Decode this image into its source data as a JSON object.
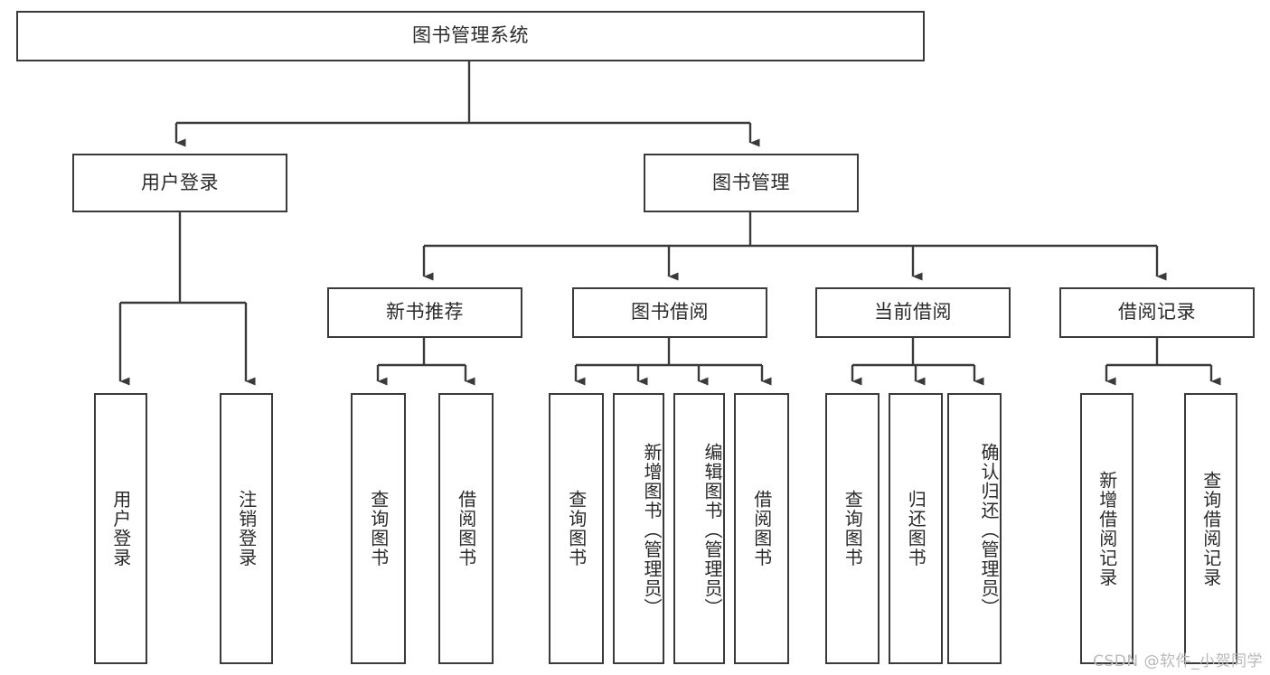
{
  "diagram": {
    "title": "图书管理系统",
    "type": "tree-hierarchy-chart",
    "root": {
      "label": "图书管理系统"
    },
    "level2": [
      {
        "id": "user-login",
        "label": "用户登录"
      },
      {
        "id": "book-management",
        "label": "图书管理"
      }
    ],
    "level3": [
      {
        "id": "new-book-recommend",
        "label": "新书推荐",
        "parent": "book-management"
      },
      {
        "id": "book-borrow",
        "label": "图书借阅",
        "parent": "book-management"
      },
      {
        "id": "current-borrow",
        "label": "当前借阅",
        "parent": "book-management"
      },
      {
        "id": "borrow-record",
        "label": "借阅记录",
        "parent": "book-management"
      }
    ],
    "leaves": {
      "user_login": [
        {
          "id": "leaf-user-login",
          "label": "用户登录"
        },
        {
          "id": "leaf-user-logout",
          "label": "注销登录"
        }
      ],
      "new_book_recommend": [
        {
          "id": "leaf-query-book-1",
          "label": "查询图书"
        },
        {
          "id": "leaf-borrow-book-1",
          "label": "借阅图书"
        }
      ],
      "book_borrow": [
        {
          "id": "leaf-query-book-2",
          "label": "查询图书"
        },
        {
          "id": "leaf-add-book",
          "label": "新增图书（管理员）"
        },
        {
          "id": "leaf-edit-book",
          "label": "编辑图书（管理员）"
        },
        {
          "id": "leaf-borrow-book-2",
          "label": "借阅图书"
        }
      ],
      "current_borrow": [
        {
          "id": "leaf-query-book-3",
          "label": "查询图书"
        },
        {
          "id": "leaf-return-book",
          "label": "归还图书"
        },
        {
          "id": "leaf-confirm-return",
          "label": "确认归还（管理员）"
        }
      ],
      "borrow_record": [
        {
          "id": "leaf-add-record",
          "label": "新增借阅记录"
        },
        {
          "id": "leaf-query-record",
          "label": "查询借阅记录"
        }
      ]
    },
    "colors": {
      "stroke": "#3a3a3a",
      "text": "#2b2b2b",
      "background": "#ffffff",
      "watermark": "#b9b9b9"
    }
  },
  "watermark": {
    "text": "CSDN @软件_小贺同学"
  }
}
